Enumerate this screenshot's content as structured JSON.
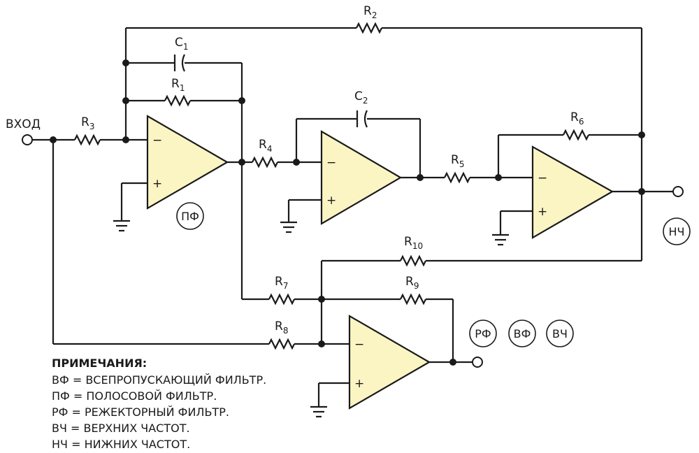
{
  "labels": {
    "input": "ВХОД",
    "R1": "R",
    "R1_sub": "1",
    "R2": "R",
    "R2_sub": "2",
    "R3": "R",
    "R3_sub": "3",
    "R4": "R",
    "R4_sub": "4",
    "R5": "R",
    "R5_sub": "5",
    "R6": "R",
    "R6_sub": "6",
    "R7": "R",
    "R7_sub": "7",
    "R8": "R",
    "R8_sub": "8",
    "R9": "R",
    "R9_sub": "9",
    "R10": "R",
    "R10_sub": "10",
    "C1": "C",
    "C1_sub": "1",
    "C2": "C",
    "C2_sub": "2",
    "minus": "−",
    "plus": "+"
  },
  "outputs": {
    "bp": "ПФ",
    "lp": "НЧ",
    "notch": "РФ",
    "allpass": "ВФ",
    "hp": "ВЧ"
  },
  "notes": {
    "title": "ПРИМЕЧАНИЯ:",
    "lines": [
      "ВФ = ВСЕПРОПУСКАЮЩИЙ ФИЛЬТР.",
      "ПФ = ПОЛОСОВОЙ ФИЛЬТР.",
      "РФ = РЕЖЕКТОРНЫЙ ФИЛЬТР.",
      "ВЧ = ВЕРХНИХ ЧАСТОТ.",
      "НЧ = НИЖНИХ ЧАСТОТ."
    ]
  }
}
